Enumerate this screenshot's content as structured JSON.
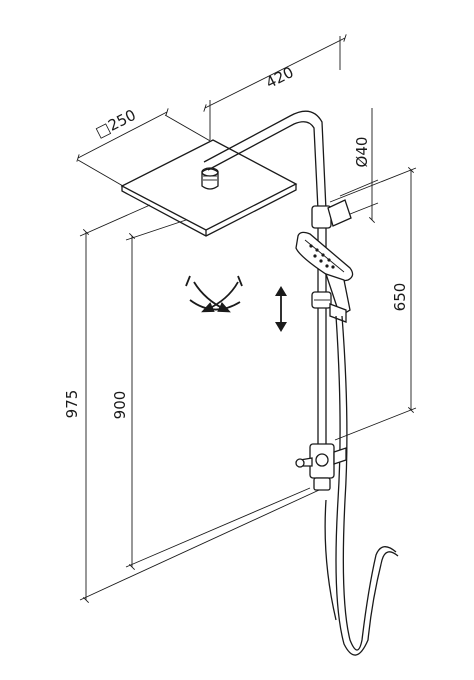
{
  "dimensions": {
    "head_width": "420",
    "head_square": "□250",
    "pipe_diameter": "Ø40",
    "handset_range": "650",
    "total_height": "975",
    "outlet_height": "900"
  },
  "icons": {
    "rotation": "rotation-arrows-icon",
    "vertical_adjust": "vertical-double-arrow-icon"
  },
  "colors": {
    "line": "#1a1a1a",
    "background": "#ffffff"
  }
}
